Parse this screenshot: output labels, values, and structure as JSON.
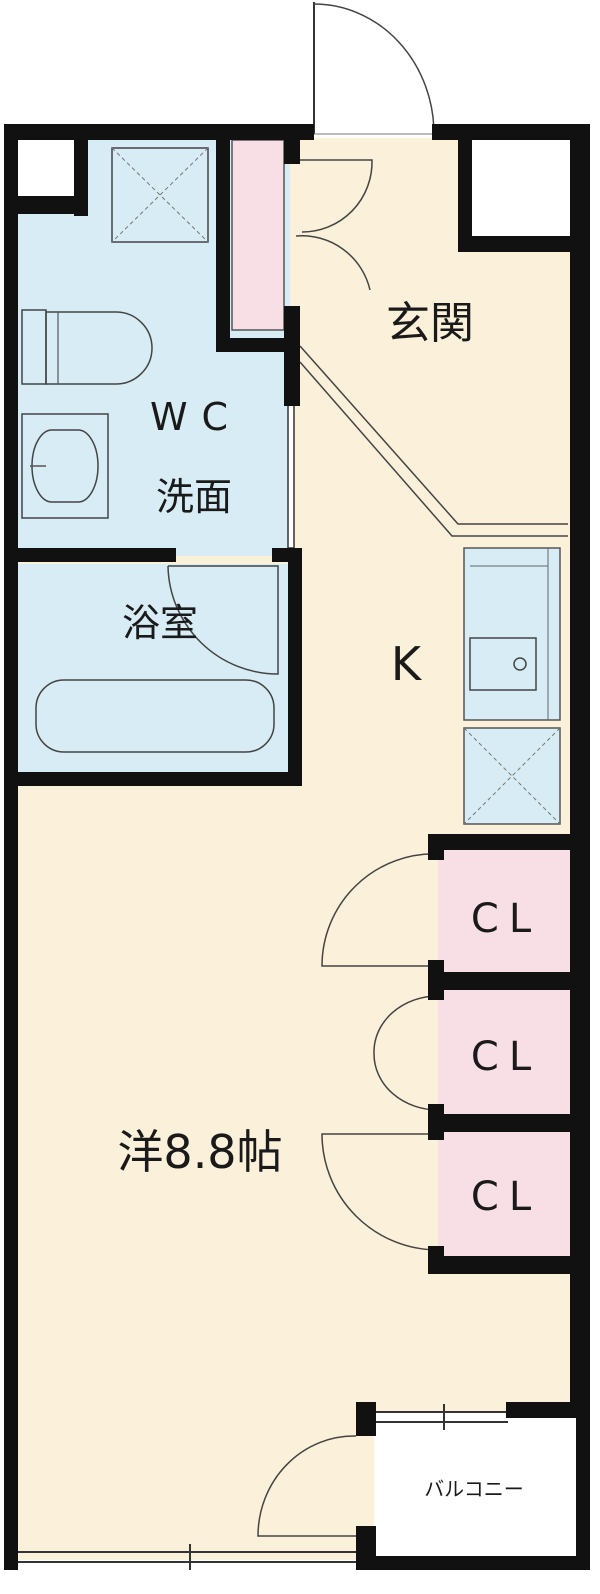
{
  "rooms": {
    "genkan": "玄関",
    "wc": "WC",
    "washroom": "洗面",
    "bath": "浴室",
    "kitchen": "K",
    "western": "洋8.8帖",
    "closet_1": "CL",
    "closet_2": "CL",
    "closet_3": "CL",
    "balcony": "バルコニー"
  },
  "colors": {
    "floor": "#fbf0d9",
    "wet_area": "#d7ecf4",
    "storage": "#f8dfe6",
    "wall": "#111111",
    "balcony": "#ffffff"
  }
}
